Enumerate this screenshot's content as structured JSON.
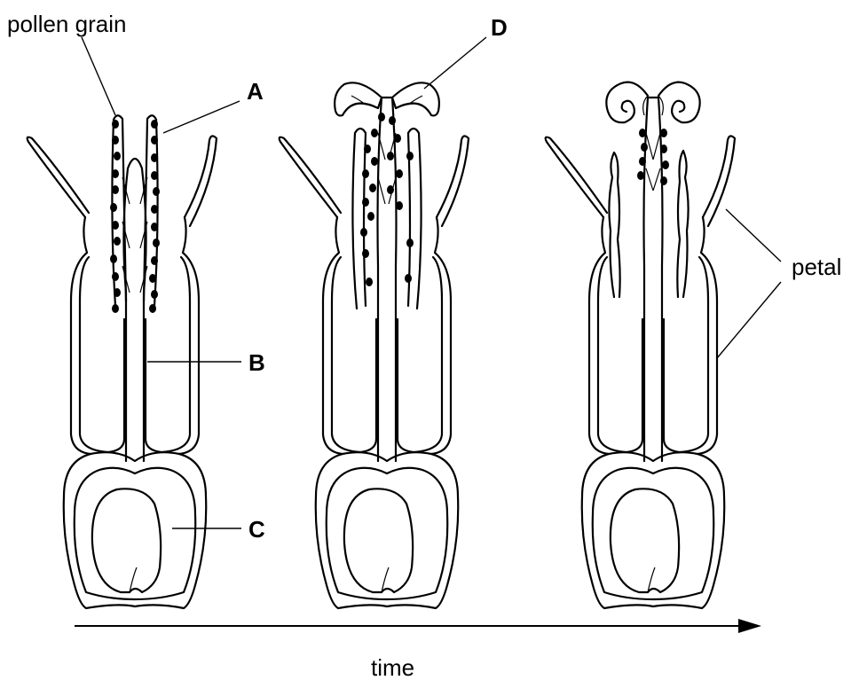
{
  "labels": {
    "pollen_grain": "pollen grain",
    "a": "A",
    "b": "B",
    "c": "C",
    "d": "D",
    "petal": "petal",
    "time": "time"
  },
  "colors": {
    "ink": "#000000",
    "background": "#ffffff"
  }
}
